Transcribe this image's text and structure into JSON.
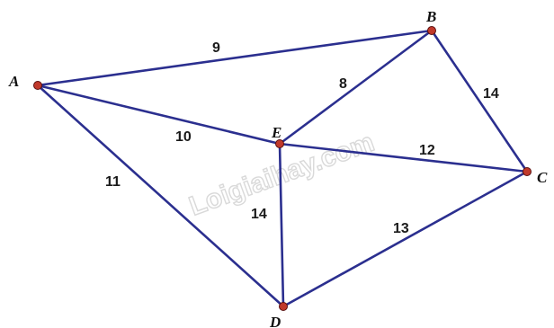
{
  "diagram": {
    "vertices": [
      {
        "id": "A",
        "label": "A"
      },
      {
        "id": "B",
        "label": "B"
      },
      {
        "id": "C",
        "label": "C"
      },
      {
        "id": "D",
        "label": "D"
      },
      {
        "id": "E",
        "label": "E"
      }
    ],
    "edges": [
      {
        "from": "A",
        "to": "B",
        "weight": "9"
      },
      {
        "from": "A",
        "to": "E",
        "weight": "10"
      },
      {
        "from": "A",
        "to": "D",
        "weight": "11"
      },
      {
        "from": "B",
        "to": "E",
        "weight": "8"
      },
      {
        "from": "B",
        "to": "C",
        "weight": "14"
      },
      {
        "from": "E",
        "to": "C",
        "weight": "12"
      },
      {
        "from": "E",
        "to": "D",
        "weight": "14"
      },
      {
        "from": "D",
        "to": "C",
        "weight": "13"
      }
    ],
    "watermark": "Loigiaihay.com",
    "colors": {
      "edge": "#2b2f8f",
      "vertex": "#c0392b"
    }
  }
}
